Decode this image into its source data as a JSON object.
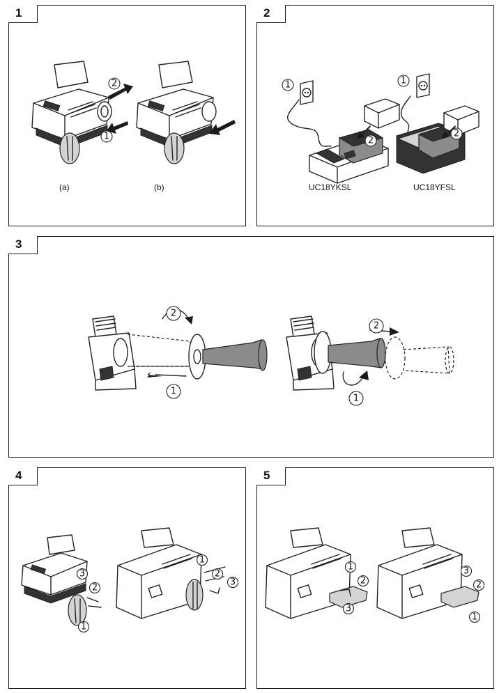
{
  "panels": [
    {
      "number": "1",
      "labels": [
        "(a)",
        "(b)"
      ]
    },
    {
      "number": "2",
      "labels": [
        "UC18YKSL",
        "UC18YFSL"
      ]
    },
    {
      "number": "3",
      "labels": []
    },
    {
      "number": "4",
      "labels": []
    },
    {
      "number": "5",
      "labels": []
    }
  ],
  "step_markers": [
    "①",
    "②",
    "③"
  ]
}
